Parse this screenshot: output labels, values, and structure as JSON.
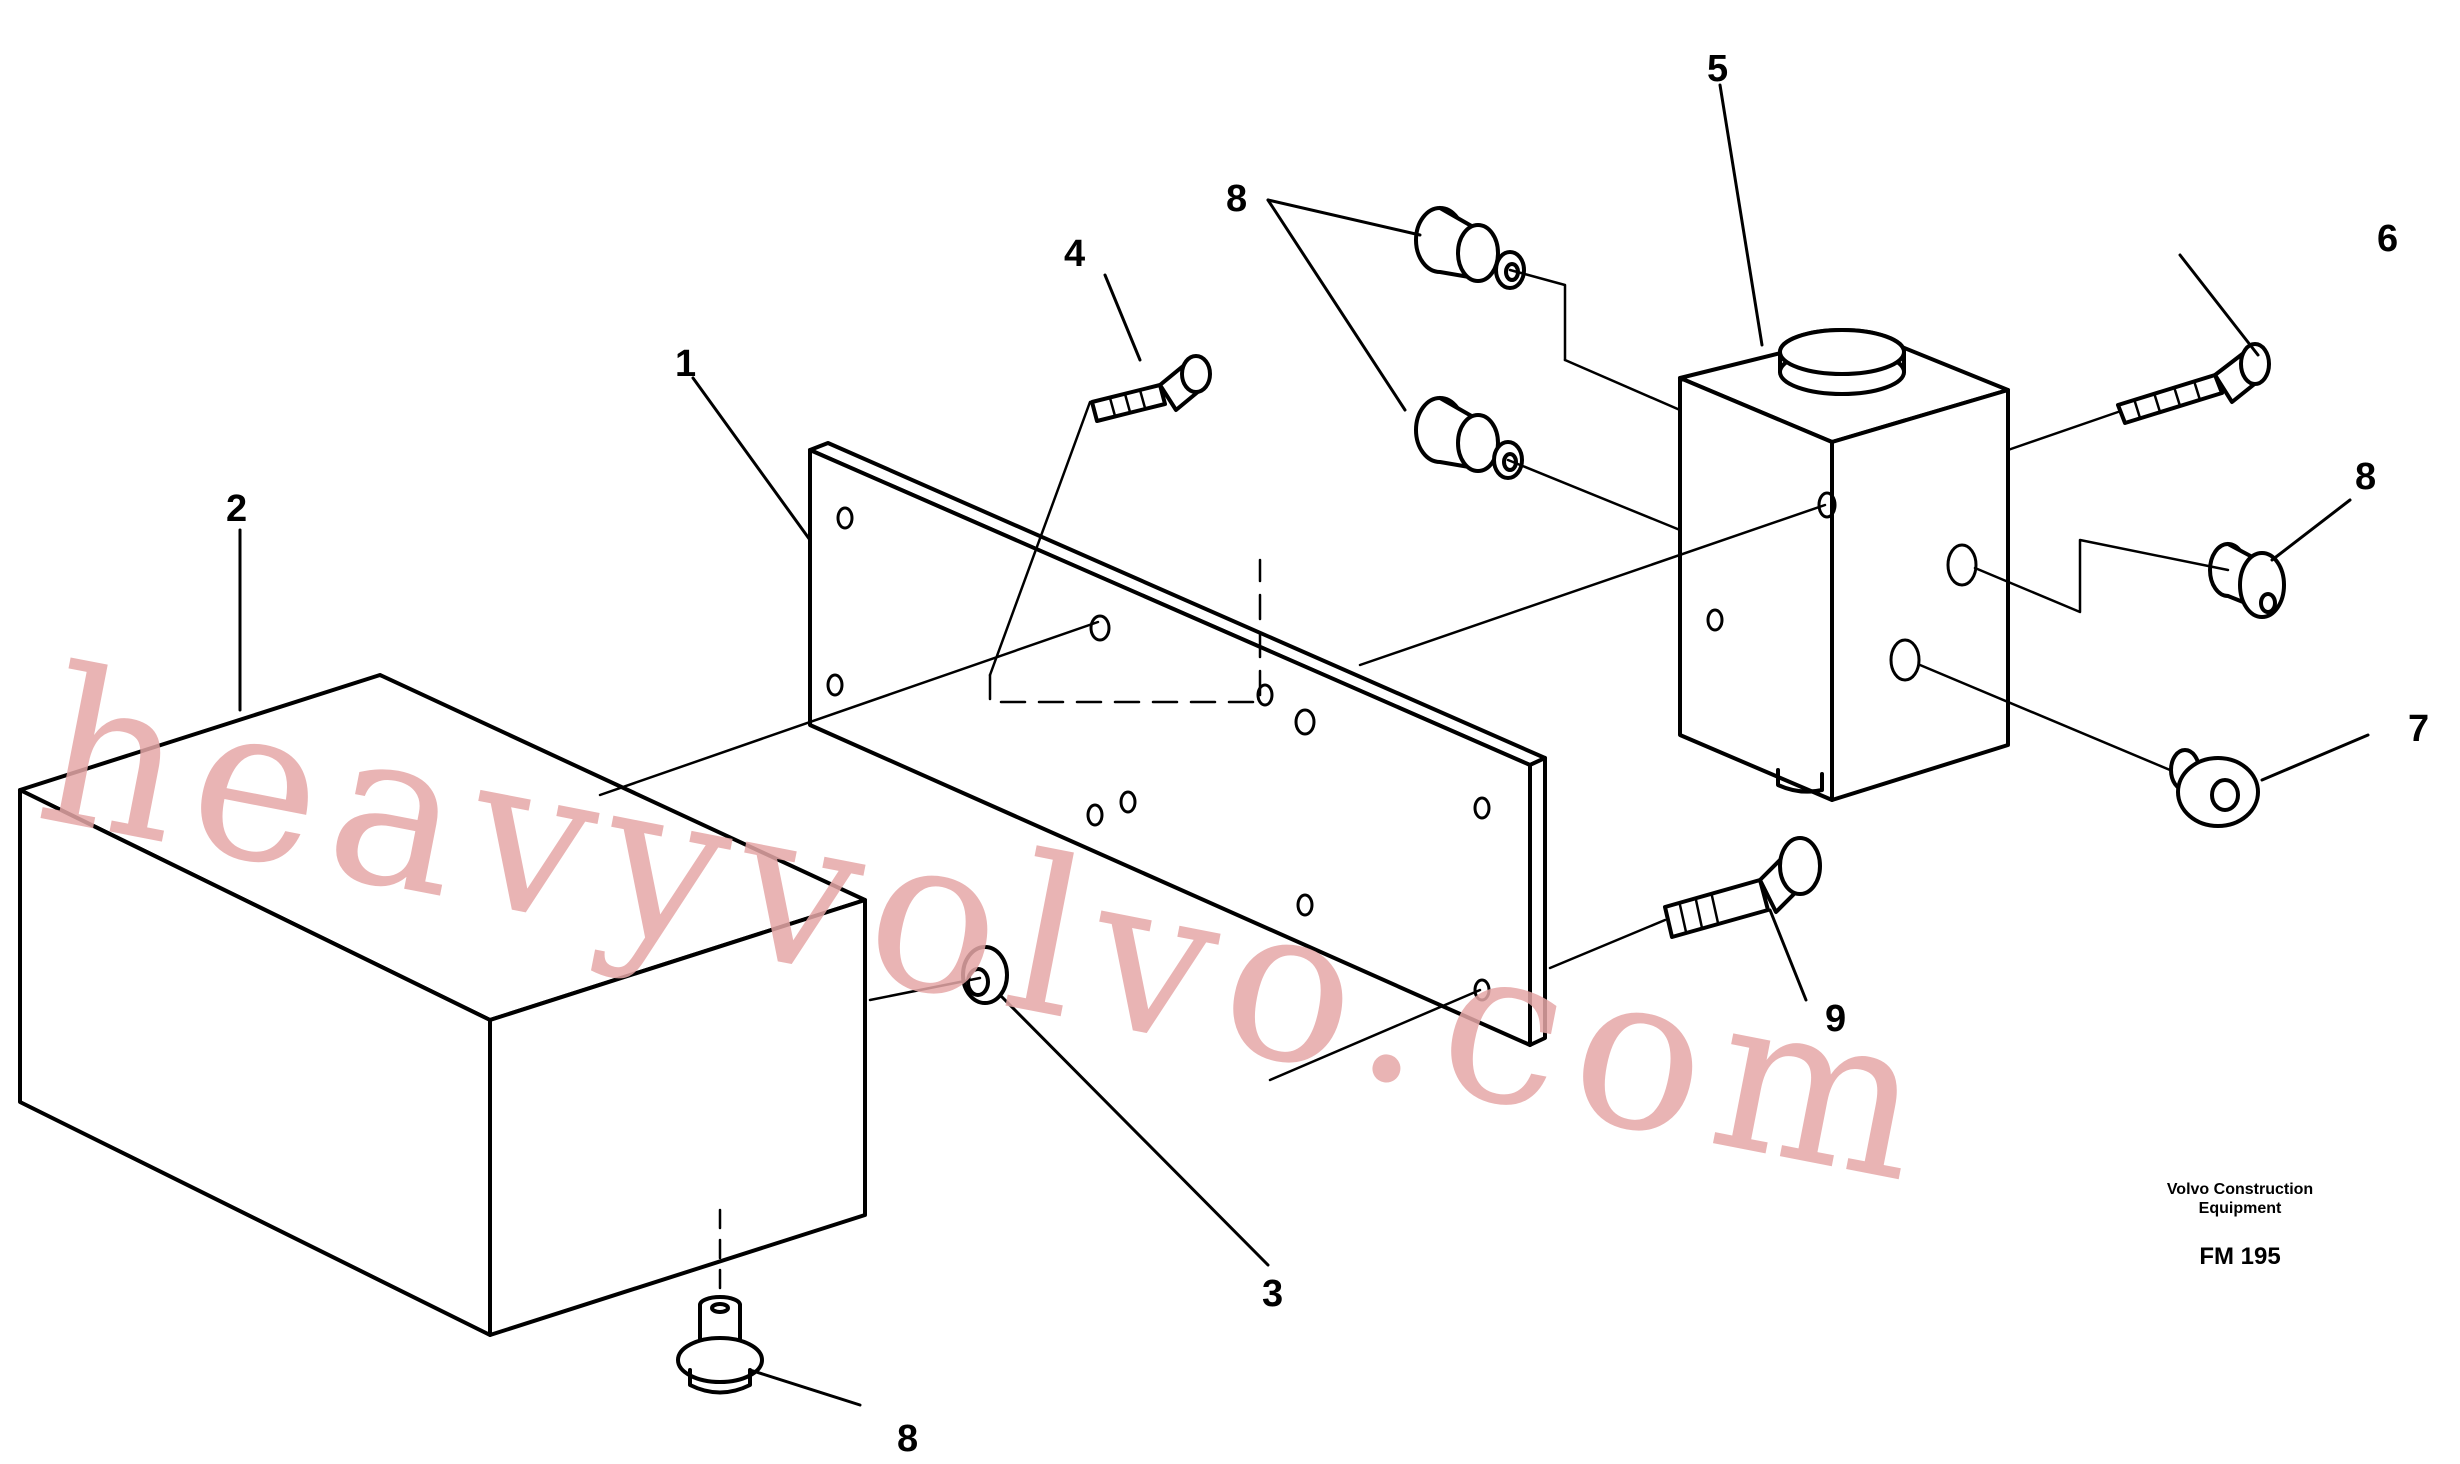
{
  "diagram": {
    "callouts": {
      "c1": "1",
      "c2": "2",
      "c3": "3",
      "c4": "4",
      "c5": "5",
      "c6": "6",
      "c7": "7",
      "c8a": "8",
      "c8b": "8",
      "c8c": "8",
      "c9": "9"
    },
    "credit": {
      "line1": "Volvo Construction",
      "line2": "Equipment",
      "code": "FM 195"
    }
  },
  "watermark": {
    "text": "heavyvolvo.com",
    "color": "#e6a7a7"
  }
}
